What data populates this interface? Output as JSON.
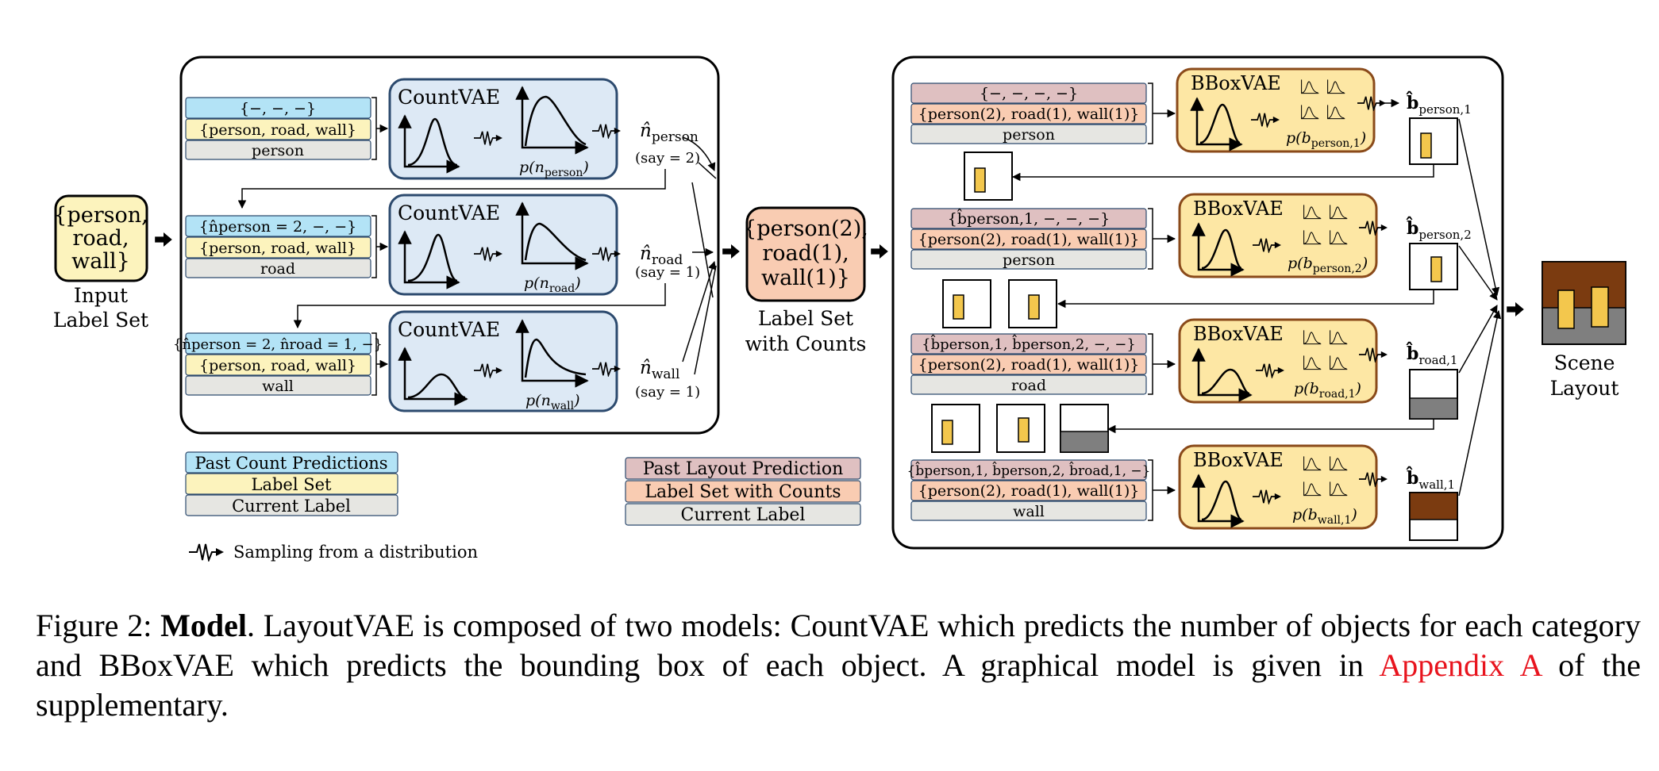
{
  "input": {
    "label_line1": "{person,",
    "label_line2": "road,",
    "label_line3": "wall}",
    "caption_line1": "Input",
    "caption_line2": "Label Set"
  },
  "count_rows": [
    {
      "past": "{−, −, −}",
      "labelset": "{person, road, wall}",
      "current": "person",
      "vae": "CountVAE",
      "dist": "p(n",
      "dist_sub": "person",
      "out": "n̂",
      "out_sub": "person",
      "say": "(say = 2)"
    },
    {
      "past": "{n̂person = 2, −, −}",
      "labelset": "{person, road, wall}",
      "current": "road",
      "vae": "CountVAE",
      "dist": "p(n",
      "dist_sub": "road",
      "out": "n̂",
      "out_sub": "road",
      "say": "(say = 1)"
    },
    {
      "past": "{n̂person = 2, n̂road = 1, −}",
      "labelset": "{person, road, wall}",
      "current": "wall",
      "vae": "CountVAE",
      "dist": "p(n",
      "dist_sub": "wall",
      "out": "n̂",
      "out_sub": "wall",
      "say": "(say = 1)"
    }
  ],
  "counts_box": {
    "line1": "{person(2),",
    "line2": "road(1),",
    "line3": "wall(1)}",
    "caption_line1": "Label Set",
    "caption_line2": "with Counts"
  },
  "bbox_rows": [
    {
      "past": "{−, −, −, −}",
      "labelset": "{person(2), road(1), wall(1)}",
      "current": "person",
      "vae": "BBoxVAE",
      "dist": "p(b",
      "dist_sub": "person,1",
      "out": "b̂",
      "out_sub": "person,1"
    },
    {
      "past": "{b̂person,1, −, −, −}",
      "labelset": "{person(2), road(1), wall(1)}",
      "current": "person",
      "vae": "BBoxVAE",
      "dist": "p(b",
      "dist_sub": "person,2",
      "out": "b̂",
      "out_sub": "person,2"
    },
    {
      "past": "{b̂person,1, b̂person,2, −, −}",
      "labelset": "{person(2), road(1), wall(1)}",
      "current": "road",
      "vae": "BBoxVAE",
      "dist": "p(b",
      "dist_sub": "road,1",
      "out": "b̂",
      "out_sub": "road,1"
    },
    {
      "past": "{b̂person,1, b̂person,2, b̂road,1, −}",
      "labelset": "{person(2), road(1), wall(1)}",
      "current": "wall",
      "vae": "BBoxVAE",
      "dist": "p(b",
      "dist_sub": "wall,1",
      "out": "b̂",
      "out_sub": "wall,1"
    }
  ],
  "scene": {
    "caption_line1": "Scene",
    "caption_line2": "Layout"
  },
  "legend_count": {
    "past": "Past Count Predictions",
    "labelset": "Label Set",
    "current": "Current Label"
  },
  "legend_layout": {
    "past": "Past Layout Prediction",
    "labelset": "Label Set with Counts",
    "current": "Current Label"
  },
  "sampling_legend": "Sampling from a distribution",
  "caption": {
    "prefix": "Figure 2: ",
    "bold": "Model",
    "text1": ".  LayoutVAE is composed of two models: CountVAE which predicts the number of objects for each category and BBoxVAE which predicts the bounding box of each object. A graphical model is given in ",
    "link": "Appendix A",
    "text2": " of the supplementary."
  },
  "colors": {
    "past_count": "#b3e3f6",
    "labelset": "#fcf3bd",
    "current": "#e6e6e2",
    "past_layout": "#dfc0c1",
    "labelset_counts": "#f9ccb2",
    "countvae_fill": "#dde9f5",
    "countvae_border": "#2c4a6e",
    "bboxvae_fill": "#fde7a4",
    "bboxvae_border": "#8a4a1a",
    "person_box": "#f3c74d",
    "road": "#7f7f7f",
    "wall": "#7b3b10"
  }
}
